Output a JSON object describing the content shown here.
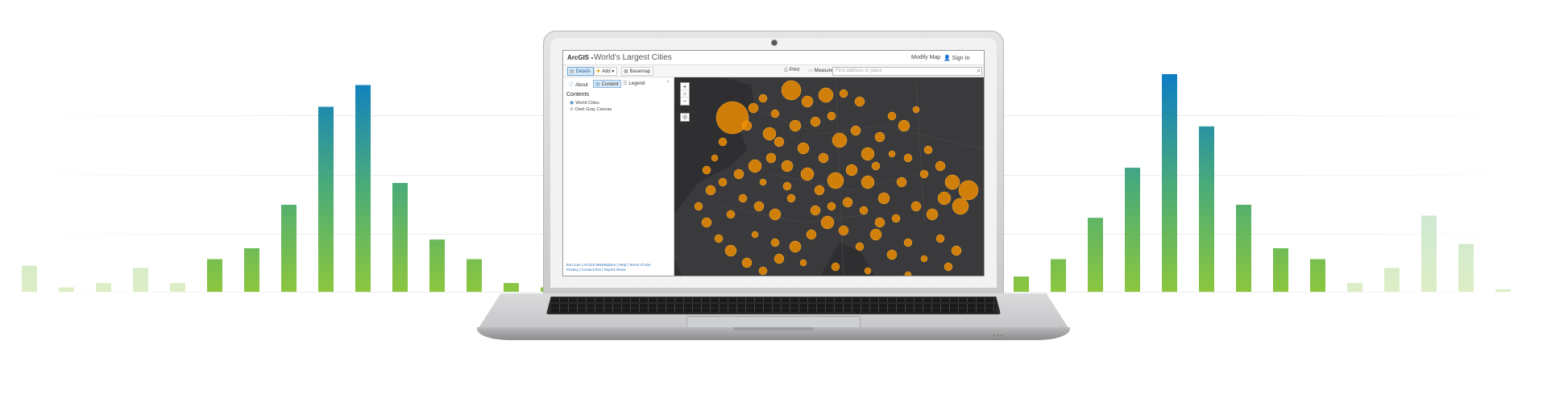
{
  "colors": {
    "bar_blue": "#0d7ec4",
    "bar_green": "#8cc63e",
    "city_orange": "#f28f00",
    "map_land": "#3a3a3c",
    "map_water": "#2f2f31"
  },
  "app": {
    "logo": "ArcGIS",
    "logo_caret": "▾",
    "map_title": "World's Largest Cities",
    "modify_map": "Modify Map",
    "sign_in": "Sign In",
    "user_icon": "user-icon"
  },
  "toolbar": {
    "details": "Details",
    "add": "Add",
    "basemap": "Basemap",
    "print": "Print",
    "measure": "Measure",
    "search_placeholder": "Find address or place"
  },
  "panel": {
    "tabs": [
      "About",
      "Content",
      "Legend"
    ],
    "contents_title": "Contents",
    "layers": [
      "World Cities",
      "Dark Gray Canvas"
    ],
    "footer": [
      "Esri.com",
      "ArcGIS Marketplace",
      "Help",
      "Terms of Use",
      "Privacy",
      "Contact Esri",
      "Report Abuse"
    ]
  },
  "map": {
    "zoom_in": "+",
    "zoom_out": "−",
    "home": "⌂",
    "locate": "◎"
  },
  "decor_bars_left": [
    0.12,
    0.02,
    0.04,
    0.11,
    0.04,
    0.15,
    0.2,
    0.4,
    0.85,
    0.95,
    0.5,
    0.24,
    0.15,
    0.04,
    0.02
  ],
  "decor_bars_right": [
    0.07,
    0.15,
    0.34,
    0.57,
    1.0,
    0.76,
    0.4,
    0.2,
    0.15,
    0.04,
    0.11,
    0.35,
    0.22,
    0.01
  ]
}
